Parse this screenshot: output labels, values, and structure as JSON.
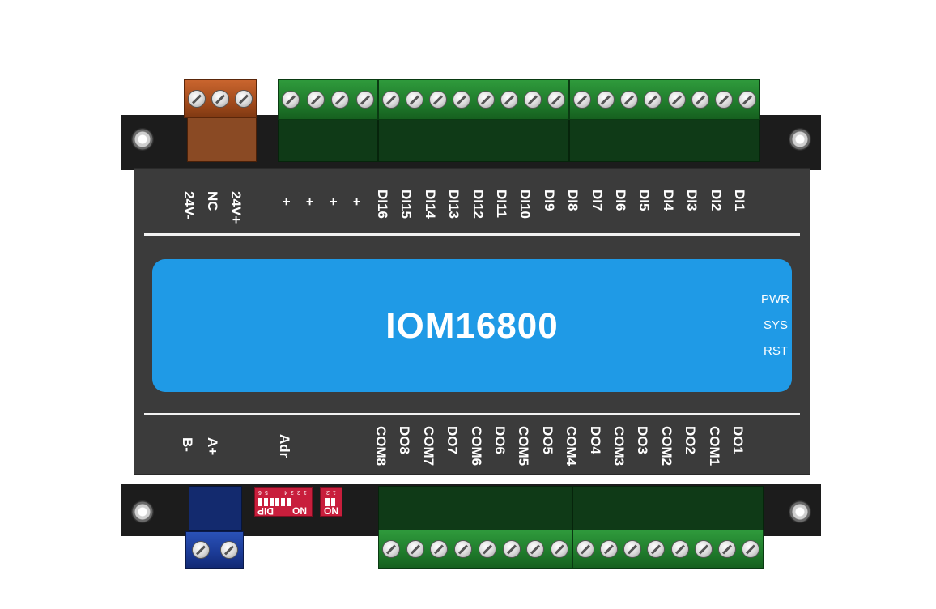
{
  "device": {
    "model": "IOM16800",
    "leds": [
      "PWR",
      "SYS",
      "RST"
    ],
    "top_labels_power": [
      "24V-",
      "NC",
      "24V+"
    ],
    "top_labels_plus": [
      "+",
      "+",
      "+",
      "+"
    ],
    "top_labels_di": [
      "DI16",
      "DI15",
      "DI14",
      "DI13",
      "DI12",
      "DI11",
      "DI10",
      "DI9",
      "DI8",
      "DI7",
      "DI6",
      "DI5",
      "DI4",
      "DI3",
      "DI2",
      "DI1"
    ],
    "bottom_labels_rs485": [
      "B-",
      "A+"
    ],
    "bottom_label_adr": "Adr",
    "bottom_labels_do": [
      "COM8",
      "DO8",
      "COM7",
      "DO7",
      "COM6",
      "DO6",
      "COM5",
      "DO5",
      "COM4",
      "DO4",
      "COM3",
      "DO3",
      "COM2",
      "DO2",
      "COM1",
      "DO1"
    ],
    "dip_main": {
      "label_left": "DIP",
      "label_right": "ON",
      "numbers": [
        "1",
        "2",
        "3",
        "4",
        "5",
        "6"
      ]
    },
    "dip_small": {
      "label": "ON",
      "numbers": [
        "1",
        "2"
      ]
    }
  },
  "colors": {
    "housing": "#3a3a3a",
    "lcd": "#1f9ae6",
    "terminal_green": "#1f7a2b",
    "terminal_orange": "#a14a1c",
    "terminal_blue": "#1b3a95",
    "dip_red": "#c81e3c"
  },
  "icons": [
    "screw-terminal-icon",
    "mounting-hole-icon",
    "dip-switch-icon"
  ]
}
